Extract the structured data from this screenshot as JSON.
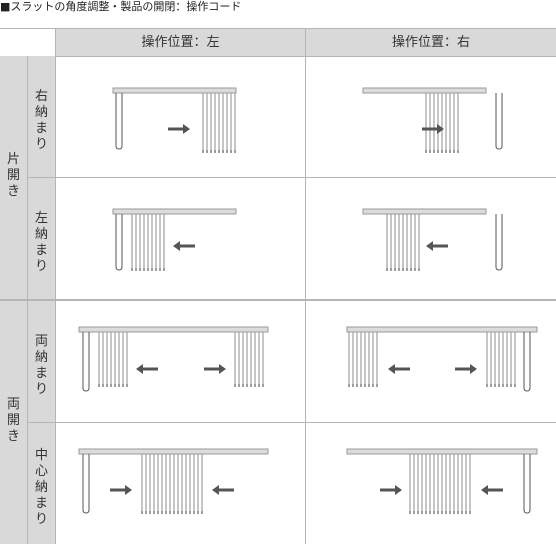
{
  "title": "■スラットの角度調整・製品の開閉：操作コード",
  "columns": [
    {
      "label": "操作位置：左"
    },
    {
      "label": "操作位置：右"
    }
  ],
  "groups": [
    {
      "label": "片開き",
      "rows": [
        {
          "label": "右納まり",
          "open_type": "right-stack"
        },
        {
          "label": "左納まり",
          "open_type": "left-stack"
        }
      ]
    },
    {
      "label": "両開き",
      "rows": [
        {
          "label": "両納まり",
          "open_type": "both-stack"
        },
        {
          "label": "中心納まり",
          "open_type": "center-stack"
        }
      ]
    }
  ],
  "colors": {
    "header_bg": "#d9d9d9",
    "grid_line": "#b5b5b5",
    "rail": "#999999",
    "slat": "#a0a0a0",
    "arrow": "#555555"
  }
}
